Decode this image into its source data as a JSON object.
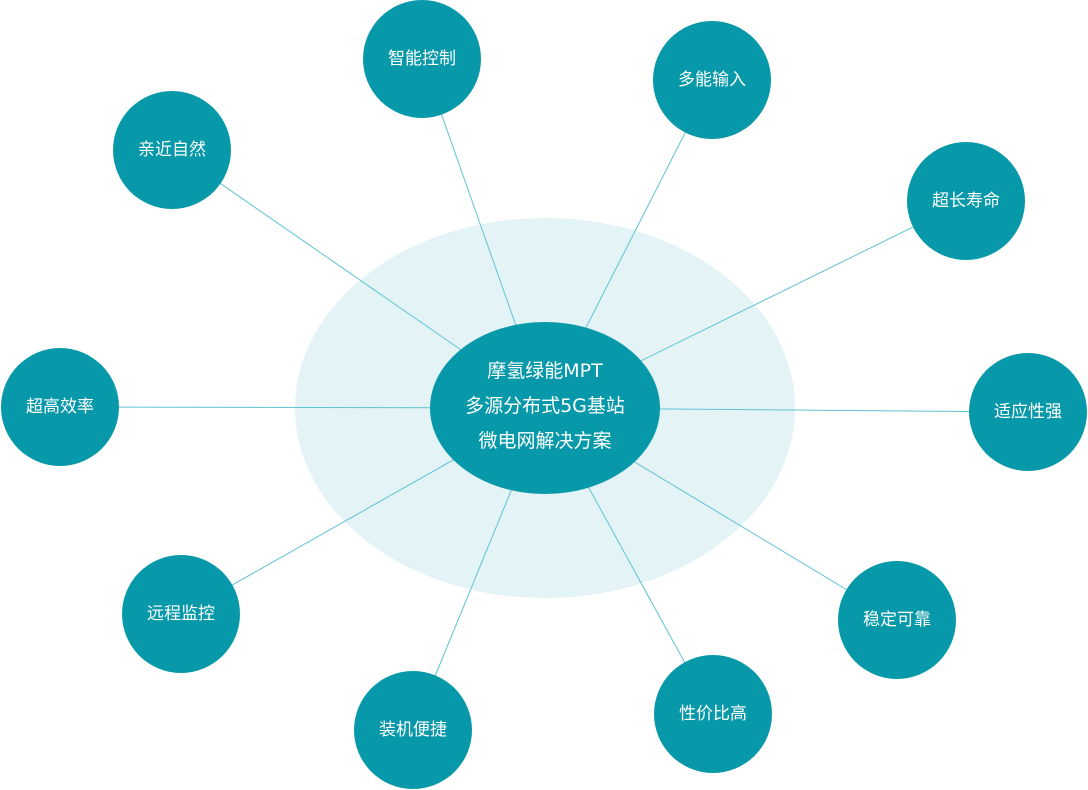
{
  "colors": {
    "node_fill": "#0799a9",
    "connector": "#5fc3d3",
    "halo": "#e3f3f6",
    "text": "#ffffff"
  },
  "center": {
    "lines": [
      "摩氢绿能MPT",
      "多源分布式5G基站",
      "微电网解决方案"
    ]
  },
  "features": [
    "亲近自然",
    "智能控制",
    "多能输入",
    "超长寿命",
    "超高效率",
    "适应性强",
    "远程监控",
    "稳定可靠",
    "装机便捷",
    "性价比高"
  ]
}
